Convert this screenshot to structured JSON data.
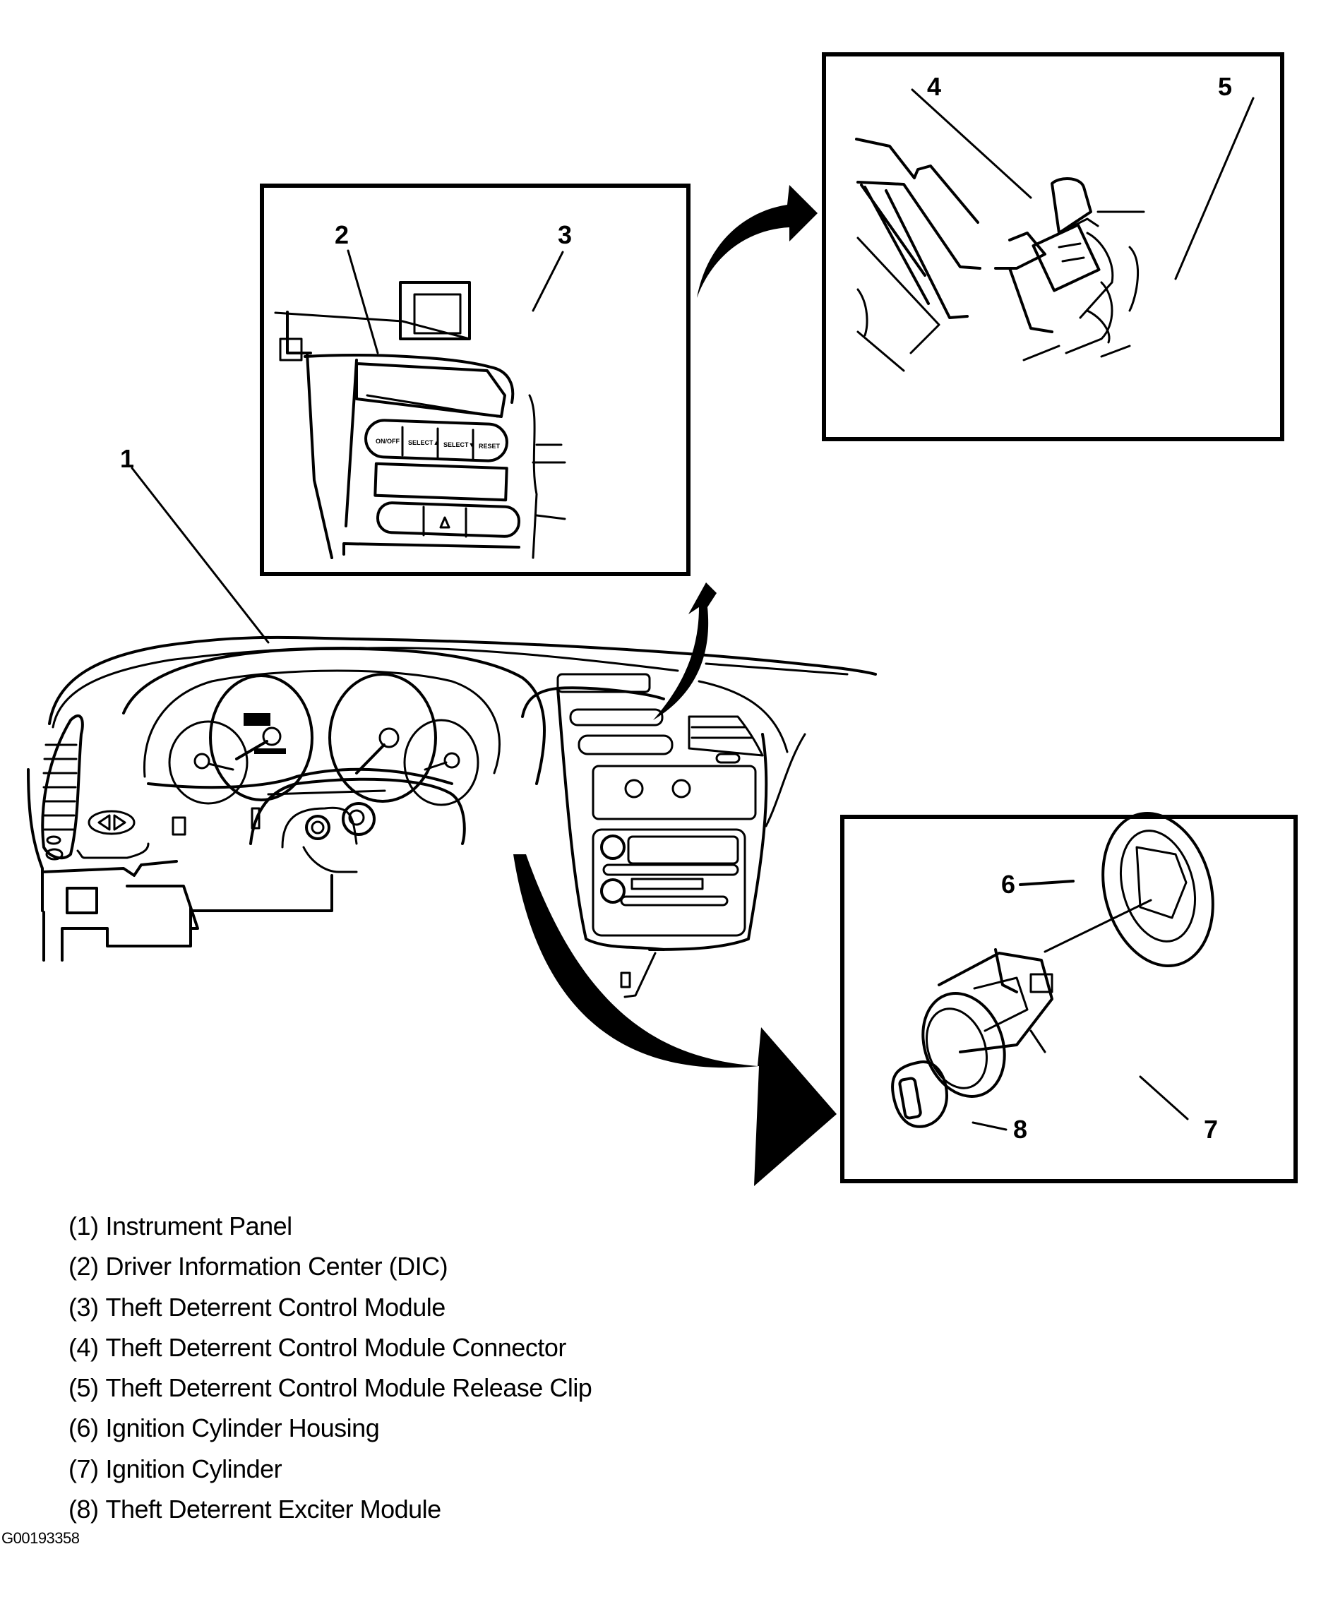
{
  "callouts": {
    "c1": "1",
    "c2": "2",
    "c3": "3",
    "c4": "4",
    "c5": "5",
    "c6": "6",
    "c7": "7",
    "c8": "8"
  },
  "dic_buttons": [
    "ON/OFF",
    "SELECT▲",
    "SELECT▼",
    "RESET"
  ],
  "legend": [
    {
      "num": "(1)",
      "label": "Instrument Panel"
    },
    {
      "num": "(2)",
      "label": "Driver Information Center (DIC)"
    },
    {
      "num": "(3)",
      "label": "Theft Deterrent Control Module"
    },
    {
      "num": "(4)",
      "label": "Theft Deterrent Control Module Connector"
    },
    {
      "num": "(5)",
      "label": "Theft Deterrent Control Module Release Clip"
    },
    {
      "num": "(6)",
      "label": "Ignition Cylinder Housing"
    },
    {
      "num": "(7)",
      "label": "Ignition Cylinder"
    },
    {
      "num": "(8)",
      "label": "Theft Deterrent Exciter Module"
    }
  ],
  "figure_id": "G00193358",
  "icons": {
    "arrow_to_dic": "curved-arrow-up",
    "arrow_to_connector": "curved-arrow-right",
    "arrow_to_ignition": "curved-arrow-down-right"
  }
}
